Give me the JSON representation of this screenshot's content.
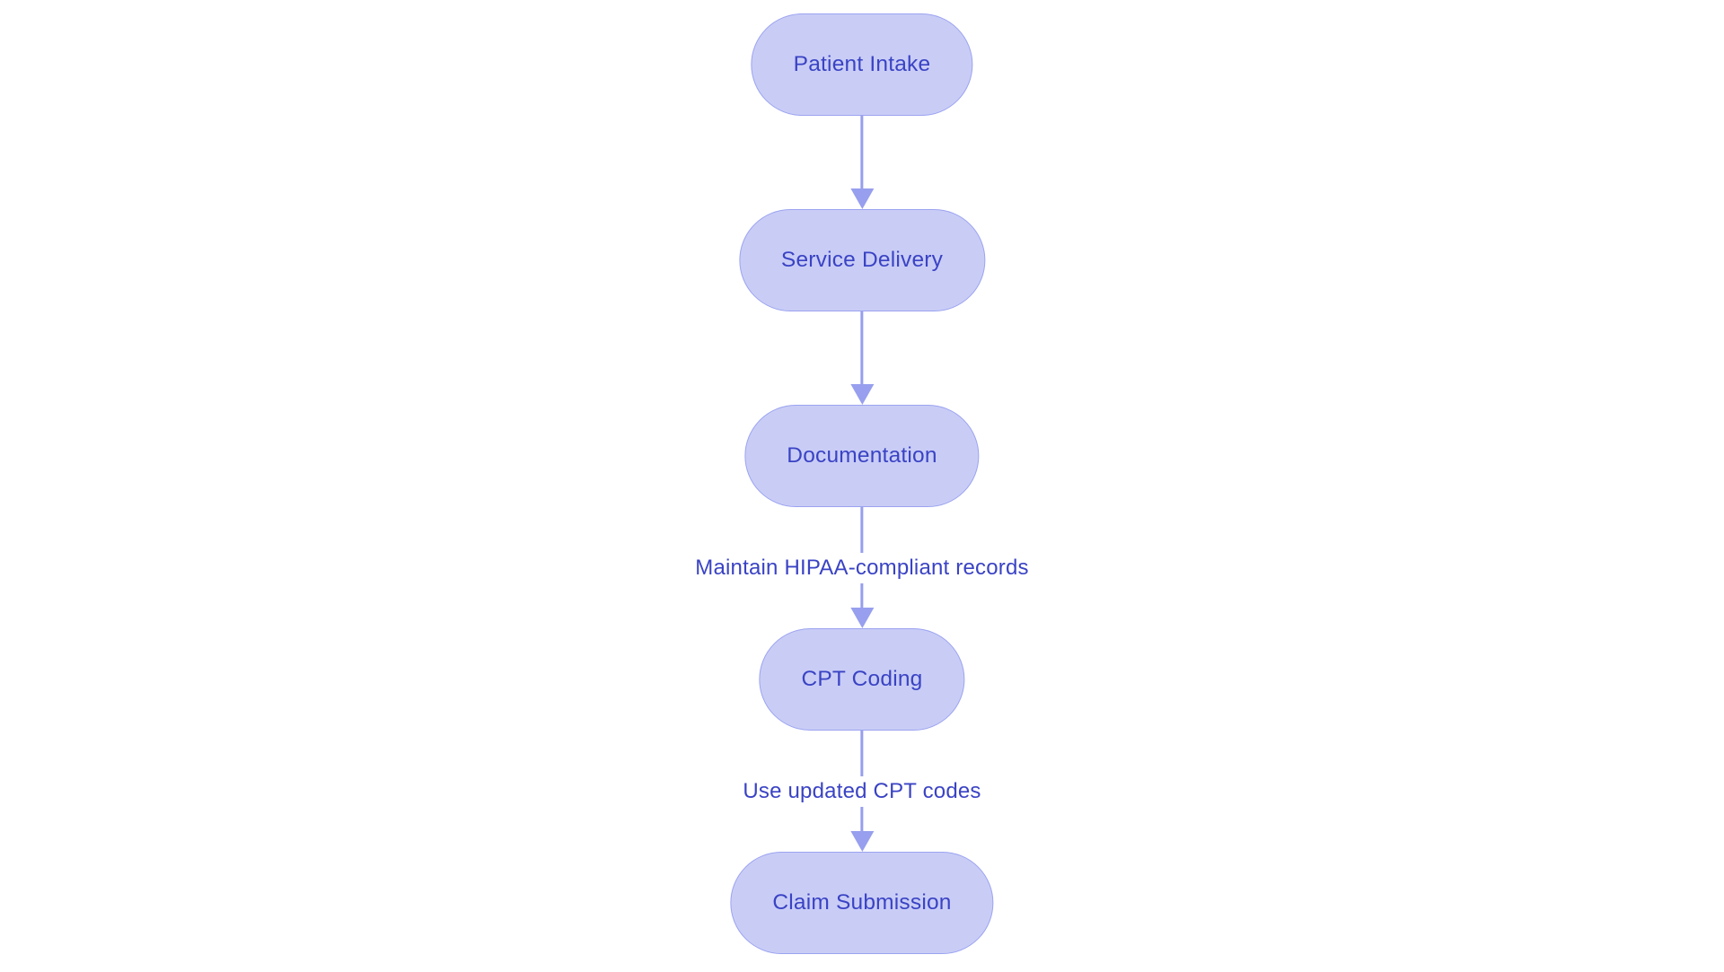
{
  "diagram": {
    "type": "flowchart",
    "direction": "top-to-bottom",
    "colors": {
      "background": "#ffffff",
      "node_fill": "#c9cdf6",
      "node_border": "#9ba3f0",
      "node_text": "#3a43c4",
      "edge": "#979fee",
      "label_text": "#3a43c4"
    },
    "nodes": [
      {
        "id": "patient-intake",
        "label": "Patient Intake",
        "shape": "stadium"
      },
      {
        "id": "service-delivery",
        "label": "Service Delivery",
        "shape": "stadium"
      },
      {
        "id": "documentation",
        "label": "Documentation",
        "shape": "stadium"
      },
      {
        "id": "cpt-coding",
        "label": "CPT Coding",
        "shape": "stadium"
      },
      {
        "id": "claim-submission",
        "label": "Claim Submission",
        "shape": "stadium"
      }
    ],
    "edges": [
      {
        "from": "patient-intake",
        "to": "service-delivery",
        "label": ""
      },
      {
        "from": "service-delivery",
        "to": "documentation",
        "label": ""
      },
      {
        "from": "documentation",
        "to": "cpt-coding",
        "label": "Maintain HIPAA-compliant records"
      },
      {
        "from": "cpt-coding",
        "to": "claim-submission",
        "label": "Use updated CPT codes"
      }
    ]
  }
}
